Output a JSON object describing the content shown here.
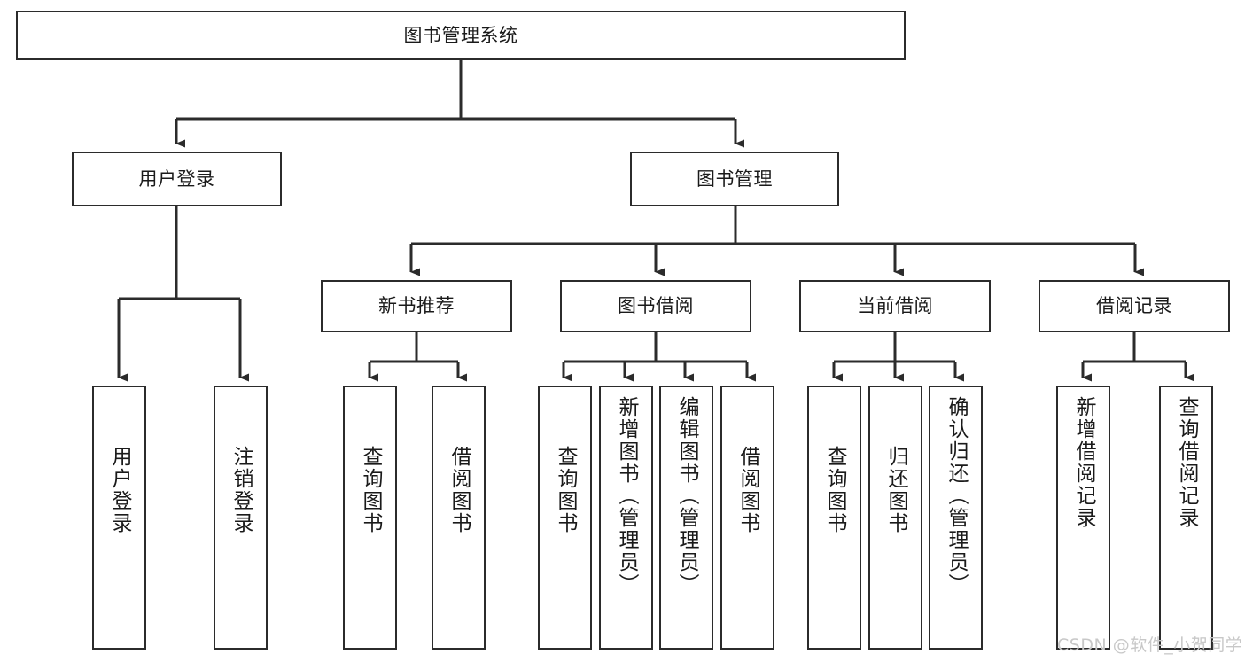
{
  "diagram": {
    "type": "tree",
    "title": "图书管理系统",
    "background_color": "#ffffff",
    "node_border_color": "#2b2b2b",
    "node_fill_color": "#ffffff",
    "connector_color": "#2b2b2b",
    "levels": [
      {
        "level": 1,
        "nodes": [
          {
            "id": "root",
            "label": "图书管理系统",
            "orientation": "horizontal"
          }
        ]
      },
      {
        "level": 2,
        "nodes": [
          {
            "id": "user-login",
            "label": "用户登录",
            "orientation": "horizontal",
            "parent": "root"
          },
          {
            "id": "book-manage",
            "label": "图书管理",
            "orientation": "horizontal",
            "parent": "root"
          }
        ]
      },
      {
        "level": 3,
        "nodes": [
          {
            "id": "new-book-rec",
            "label": "新书推荐",
            "orientation": "horizontal",
            "parent": "book-manage"
          },
          {
            "id": "book-borrow",
            "label": "图书借阅",
            "orientation": "horizontal",
            "parent": "book-manage"
          },
          {
            "id": "current-borrow",
            "label": "当前借阅",
            "orientation": "horizontal",
            "parent": "book-manage"
          },
          {
            "id": "borrow-record",
            "label": "借阅记录",
            "orientation": "horizontal",
            "parent": "book-manage"
          }
        ]
      },
      {
        "level": 4,
        "nodes": [
          {
            "id": "leaf-user-login",
            "label": "用户登录",
            "orientation": "vertical",
            "parent": "user-login"
          },
          {
            "id": "leaf-logout",
            "label": "注销登录",
            "orientation": "vertical",
            "parent": "user-login"
          },
          {
            "id": "leaf-query-book-1",
            "label": "查询图书",
            "orientation": "vertical",
            "parent": "new-book-rec"
          },
          {
            "id": "leaf-borrow-book-1",
            "label": "借阅图书",
            "orientation": "vertical",
            "parent": "new-book-rec"
          },
          {
            "id": "leaf-query-book-2",
            "label": "查询图书",
            "orientation": "vertical",
            "parent": "book-borrow"
          },
          {
            "id": "leaf-add-book",
            "label": "新增图书（管理员）",
            "orientation": "vertical",
            "parent": "book-borrow"
          },
          {
            "id": "leaf-edit-book",
            "label": "编辑图书（管理员）",
            "orientation": "vertical",
            "parent": "book-borrow"
          },
          {
            "id": "leaf-borrow-book-2",
            "label": "借阅图书",
            "orientation": "vertical",
            "parent": "book-borrow"
          },
          {
            "id": "leaf-query-book-3",
            "label": "查询图书",
            "orientation": "vertical",
            "parent": "current-borrow"
          },
          {
            "id": "leaf-return-book",
            "label": "归还图书",
            "orientation": "vertical",
            "parent": "current-borrow"
          },
          {
            "id": "leaf-confirm-return",
            "label": "确认归还（管理员）",
            "orientation": "vertical",
            "parent": "current-borrow"
          },
          {
            "id": "leaf-add-record",
            "label": "新增借阅记录",
            "orientation": "vertical",
            "parent": "borrow-record"
          },
          {
            "id": "leaf-query-record",
            "label": "查询借阅记录",
            "orientation": "vertical",
            "parent": "borrow-record"
          }
        ]
      }
    ]
  },
  "watermark": {
    "text": "CSDN @软件_小贺同学",
    "color": "#c8c8c8"
  }
}
